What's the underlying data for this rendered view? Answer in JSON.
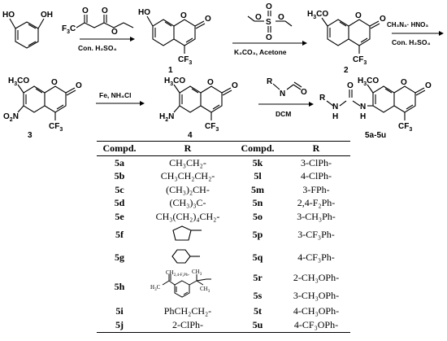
{
  "scheme": {
    "compounds": {
      "c1": "1",
      "c2": "2",
      "c3": "3",
      "c4": "4",
      "c5": "5a-5u"
    },
    "atoms": {
      "OH": "OH",
      "HO": "HO",
      "O": "O",
      "CF3": "CF",
      "CF3_sub": "3",
      "F3C": "F",
      "F3C_sub": "3",
      "F3C_C": "C",
      "H3CO": "H",
      "H3CO_sub": "3",
      "H3CO_rest": "CO",
      "O2N": "O",
      "O2N_sub": "2",
      "O2N_N": "N",
      "H2N": "H",
      "H2N_sub": "2",
      "H2N_N": "N",
      "S": "S",
      "R": "R",
      "N": "N",
      "H": "H",
      "C": "C"
    },
    "reagents": {
      "step1_below": "Con. H₂SO₄",
      "step2_below": "K₂CO₃, Acetone",
      "step3_above": "CH₃N₃· HNO₃",
      "step3_below": "Con. H₂SO₄",
      "step4_above": "Fe, NH₄Cl",
      "step5_below": "DCM"
    }
  },
  "table": {
    "headers": [
      "Compd.",
      "R",
      "Compd.",
      "R"
    ],
    "rows": [
      [
        "5a",
        "CH₃CH₂-",
        "5k",
        "3-ClPh-"
      ],
      [
        "5b",
        "CH₃CH₂CH₂-",
        "5l",
        "4-ClPh-"
      ],
      [
        "5c",
        "(CH₃)₂CH-",
        "5m",
        "3-FPh-"
      ],
      [
        "5d",
        "(CH₃)₃C-",
        "5n",
        "2,4-F₂Ph-"
      ],
      [
        "5e",
        "CH₃(CH₂)₄CH₂-",
        "5o",
        "3-CH₃Ph-"
      ],
      [
        "5f",
        "",
        "5p",
        "3-CF₃Ph-"
      ],
      [
        "5g",
        "",
        "5q",
        "4-CF₃Ph-"
      ],
      [
        "5h",
        "",
        "5r",
        "2-CH₃OPh-"
      ],
      [
        "",
        "",
        "5s",
        "3-CH₃OPh-"
      ],
      [
        "5i",
        "PhCH₂CH₂-",
        "5t",
        "4-CH₃OPh-"
      ],
      [
        "5j",
        "2-ClPh-",
        "5u",
        "4-CF₃OPh-"
      ]
    ]
  }
}
